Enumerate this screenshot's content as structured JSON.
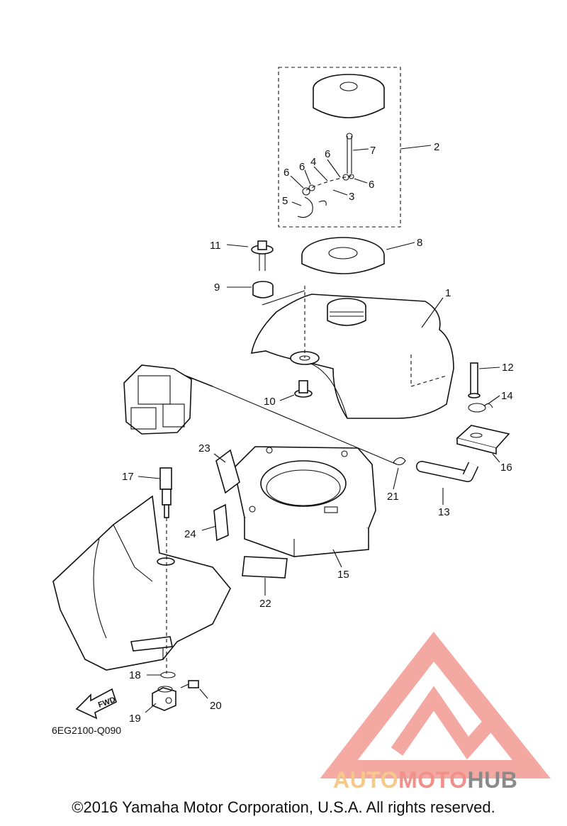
{
  "callouts": [
    {
      "num": "1"
    },
    {
      "num": "2"
    },
    {
      "num": "3"
    },
    {
      "num": "4"
    },
    {
      "num": "5"
    },
    {
      "num": "6"
    },
    {
      "num": "6"
    },
    {
      "num": "6"
    },
    {
      "num": "6"
    },
    {
      "num": "7"
    },
    {
      "num": "8"
    },
    {
      "num": "9"
    },
    {
      "num": "10"
    },
    {
      "num": "11"
    },
    {
      "num": "12"
    },
    {
      "num": "13"
    },
    {
      "num": "14"
    },
    {
      "num": "15"
    },
    {
      "num": "16"
    },
    {
      "num": "17"
    },
    {
      "num": "18"
    },
    {
      "num": "19"
    },
    {
      "num": "20"
    },
    {
      "num": "21"
    },
    {
      "num": "22"
    },
    {
      "num": "23"
    },
    {
      "num": "24"
    }
  ],
  "fwd_label": "FWD",
  "catalog_code": "6EG2100-Q090",
  "copyright": "©2016 Yamaha Motor Corporation, U.S.A. All rights reserved.",
  "watermark": {
    "part1": "AUTO",
    "part2": "MOTO",
    "part3": "HUB",
    "colors": {
      "auto": "#f6c88a",
      "moto": "#f1908a",
      "hub": "#8a8a8a",
      "logo": "#f29a92"
    }
  }
}
